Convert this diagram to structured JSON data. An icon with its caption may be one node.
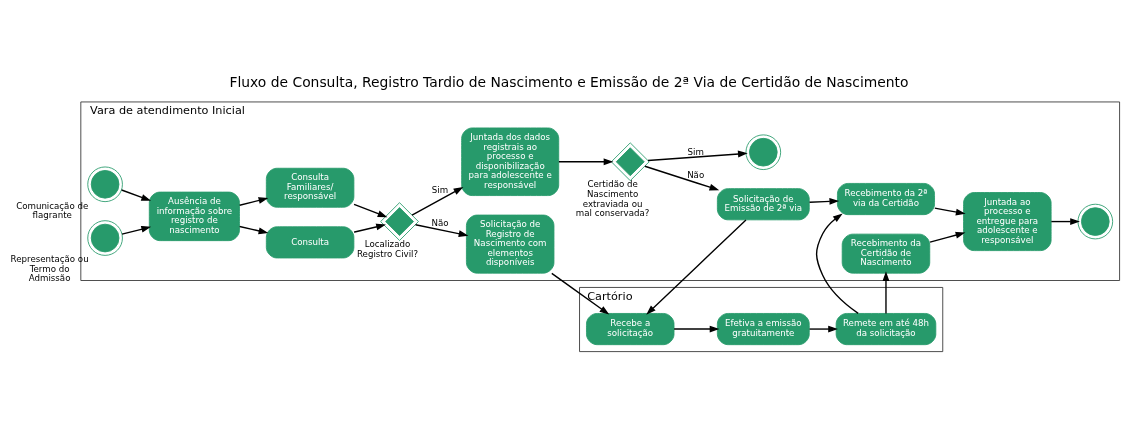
{
  "diagram": {
    "title": "Fluxo de Consulta, Registro Tardio de Nascimento e Emissão de 2ª Via de Certidão de Nascimento",
    "nodes": [
      {
        "text": [
          "Vara de atendimento Inicial"
        ]
      },
      {
        "text": [],
        "shape": "circle",
        "beside": [
          "Comunicação de flagrante"
        ],
        "in": 0
      },
      {
        "text": [],
        "shape": "circle",
        "beside": [
          "Representação ou Termo do Admissão"
        ],
        "in": 0
      },
      {
        "text": [
          "Ausência de informação sobre registro de nascimento"
        ],
        "in": 0
      },
      {
        "text": [
          "Consulta"
        ],
        "in": 0
      },
      {
        "text": [
          "Consulta Familiares/ responsável"
        ],
        "in": 0
      },
      {
        "text": [],
        "shape": "diamond",
        "beside": [
          "Localizado Registro Civil?"
        ],
        "in": 0
      },
      {
        "text": [
          "Juntada dos dados registrais ao processo e disponibilização para adolescente e responsável"
        ],
        "in": 0
      },
      {
        "text": [
          "Solicitação de Registro de Nascimento com elementos disponíveis"
        ],
        "in": 0
      },
      {
        "text": [],
        "shape": "diamond",
        "beside": [
          "Certidão de Nascimento extraviada ou mal conservada?"
        ],
        "in": 0
      },
      {
        "text": [],
        "shape": "circle",
        "in": 0
      },
      {
        "text": [
          "Solicitação de Emissão de 2ª via"
        ],
        "in": 0
      },
      {
        "text": [
          "Recebimento da 2ª via da Certidão"
        ],
        "in": 0
      },
      {
        "text": [
          "Juntada ao processo e entregue para adolescente e responsável"
        ],
        "in": 0
      },
      {
        "text": [],
        "shape": "circle",
        "in": 0
      },
      {
        "text": [
          "Recebimento da Certidão de Nascimento"
        ],
        "in": 0
      },
      {
        "text": [
          "Cartório"
        ]
      },
      {
        "text": [
          "Recebe a solicitação"
        ],
        "in": 16
      },
      {
        "text": [
          "Efetiva a emissão gratuitamente"
        ],
        "in": 16
      },
      {
        "text": [
          "Remete em até 48h da solicitação"
        ],
        "in": 16
      }
    ],
    "edges": [
      {
        "from": 1,
        "to": 3,
        "arrow": "to"
      },
      {
        "from": 2,
        "to": 3,
        "arrow": "to"
      },
      {
        "from": 3,
        "to": 4,
        "arrow": "to"
      },
      {
        "from": 3,
        "to": 5,
        "arrow": "to"
      },
      {
        "from": 4,
        "to": 6,
        "arrow": "to"
      },
      {
        "from": 5,
        "to": 6,
        "arrow": "to"
      },
      {
        "from": 6,
        "to": 7,
        "arrow": "to",
        "label": "Sim"
      },
      {
        "from": 6,
        "to": 8,
        "arrow": "to",
        "label": "Não"
      },
      {
        "from": 7,
        "to": 9,
        "arrow": "to"
      },
      {
        "from": 9,
        "to": 10,
        "arrow": "to",
        "label": "Sim"
      },
      {
        "from": 9,
        "to": 11,
        "arrow": "to",
        "label": "Não"
      },
      {
        "from": 11,
        "to": 12,
        "arrow": "to"
      },
      {
        "from": 11,
        "to": 17,
        "arrow": "to"
      },
      {
        "from": 8,
        "to": 17,
        "arrow": "to"
      },
      {
        "from": 17,
        "to": 18,
        "arrow": "to"
      },
      {
        "from": 18,
        "to": 19,
        "arrow": "to"
      },
      {
        "from": 19,
        "to": 12,
        "arrow": "to"
      },
      {
        "from": 19,
        "to": 15,
        "arrow": "to"
      },
      {
        "from": 15,
        "to": 13,
        "arrow": "to"
      },
      {
        "from": 12,
        "to": 13,
        "arrow": "to"
      },
      {
        "from": 13,
        "to": 14,
        "arrow": "to"
      }
    ]
  }
}
